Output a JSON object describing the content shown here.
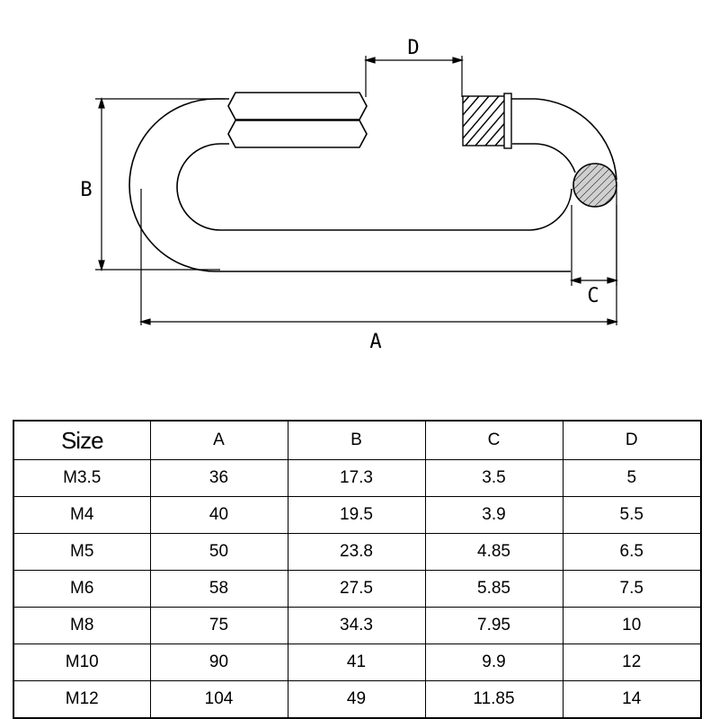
{
  "diagram": {
    "labels": {
      "a": "A",
      "b": "B",
      "c": "C",
      "d": "D"
    },
    "colors": {
      "stroke": "#000000",
      "rod_fill": "#d0d0d0",
      "background": "#ffffff"
    }
  },
  "table": {
    "headers": [
      "Size",
      "A",
      "B",
      "C",
      "D"
    ],
    "rows": [
      [
        "M3.5",
        "36",
        "17.3",
        "3.5",
        "5"
      ],
      [
        "M4",
        "40",
        "19.5",
        "3.9",
        "5.5"
      ],
      [
        "M5",
        "50",
        "23.8",
        "4.85",
        "6.5"
      ],
      [
        "M6",
        "58",
        "27.5",
        "5.85",
        "7.5"
      ],
      [
        "M8",
        "75",
        "34.3",
        "7.95",
        "10"
      ],
      [
        "M10",
        "90",
        "41",
        "9.9",
        "12"
      ],
      [
        "M12",
        "104",
        "49",
        "11.85",
        "14"
      ]
    ]
  }
}
